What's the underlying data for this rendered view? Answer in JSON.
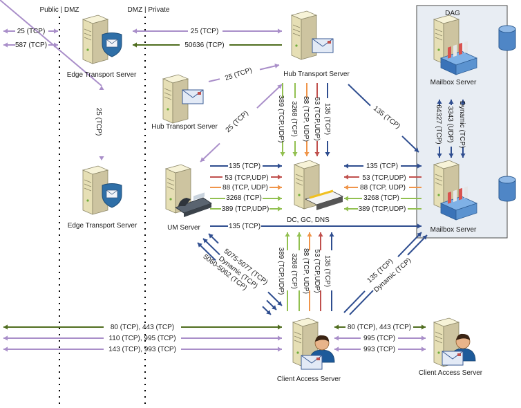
{
  "zones": {
    "public_dmz": "Public | DMZ",
    "dmz_private": "DMZ | Private",
    "dag": "DAG"
  },
  "nodes": {
    "edge1": "Edge Transport Server",
    "edge2": "Edge Transport Server",
    "hub_top": "Hub Transport Server",
    "hub_left": "Hub Transport Server",
    "dc": "DC, GC, DNS",
    "um": "UM Server",
    "mbx1": "Mailbox Server",
    "mbx2": "Mailbox Server",
    "cas": "Client Access Server",
    "cas_right": "Client Access Server"
  },
  "ports": {
    "p25": "25 (TCP)",
    "p587": "587 (TCP)",
    "p50636": "50636 (TCP)",
    "p135": "135 (TCP)",
    "p53": "53 (TCP,UDP)",
    "p88": "88 (TCP, UDP)",
    "p3268": "3268 (TCP)",
    "p389": "389 (TCP,UDP)",
    "v389": "389 (TCP,UDP)",
    "v3268": "3268 (TCP)",
    "v88": "88 (TCP, UDP)",
    "v53": "53 (TCP,UDP)",
    "v135": "135 (TCP)",
    "p64327": "64327 (TCP)",
    "p3343": "3343 (UDP)",
    "dynamic_tcp": "Dynamic (TCP)",
    "p5075": "5075-5077 (TCP)",
    "p5060": "5060-5062 (TCP)",
    "p80_443": "80 (TCP), 443 (TCP)",
    "p110_995": "110 (TCP), 995 (TCP)",
    "p143_993": "143 (TCP), 993 (TCP)",
    "p995": "995 (TCP)",
    "p993": "993 (TCP)"
  },
  "colors": {
    "purple": "#a98ec9",
    "green_dark": "#4f6d1e",
    "blue": "#2e4d8f",
    "red": "#c0504d",
    "orange": "#f0954a",
    "green": "#92c050",
    "dag_fill": "#e8edf3"
  },
  "icons": {
    "server": "server-icon",
    "shield": "shield-icon",
    "envelope": "envelope-icon",
    "phone": "phone-icon",
    "user": "user-icon",
    "mailbox": "mailbox-icon",
    "database": "database-icon"
  }
}
